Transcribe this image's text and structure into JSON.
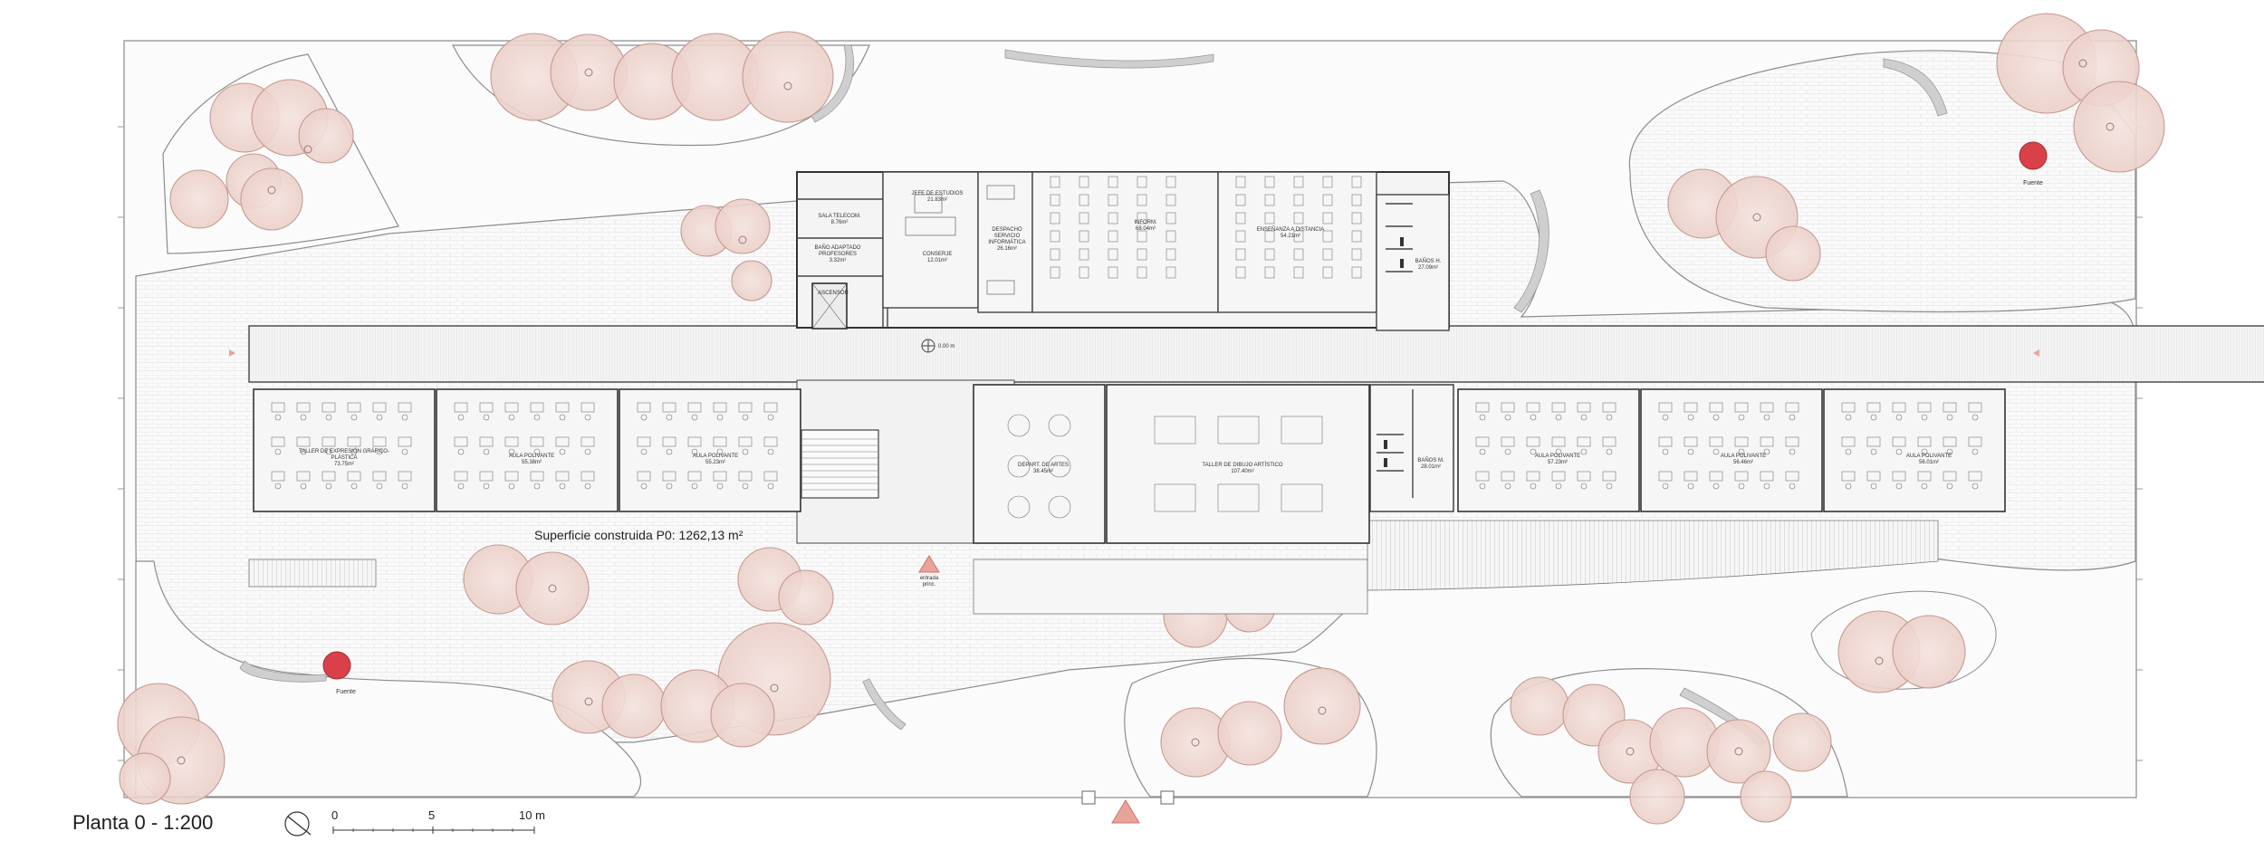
{
  "title": "Planta 0 - 1:200",
  "surface": "Superficie construida P0: 1262,13 m²",
  "scale_labels": [
    "0",
    "5",
    "10 m"
  ],
  "level_mark": "0.00 m",
  "access": "entrada\nprinc.",
  "fountain_label": "Fuente",
  "rooms": {
    "sala_telecom": [
      "SALA TELECOM.",
      "8.76m²"
    ],
    "bano_adapt": [
      "BAÑO ADAPTADO",
      "PROFESORES",
      "3.32m²"
    ],
    "ascensor": [
      "ASCENSOR"
    ],
    "jefe_estudios": [
      "JEFE DE ESTUDIOS",
      "21.83m²"
    ],
    "conserje": [
      "CONSERJE",
      "12.01m²"
    ],
    "despacho": [
      "DESPACHO",
      "SERVICIO",
      "INFORMÁTICA",
      "26.16m²"
    ],
    "informatica": [
      "INFORM.",
      "68.04m²"
    ],
    "ensenanza": [
      "ENSEÑANZA A DISTANCIA",
      "54.21m²"
    ],
    "banos_h": [
      "BAÑOS H.",
      "27.09m²"
    ],
    "taller_expresion": [
      "TALLER DE EXPRESIÓN GRÁFICO-",
      "PLÁSTICA",
      "73.75m²"
    ],
    "aula1": [
      "AULA POLIVANTE",
      "55.38m²"
    ],
    "aula2": [
      "AULA POLIVANTE",
      "55.23m²"
    ],
    "depart_artes": [
      "DEPART. DE ARTES",
      "38.45m²"
    ],
    "taller_dibujo": [
      "TALLER DE DIBUJO ARTÍSTICO",
      "107.40m²"
    ],
    "banos_m": [
      "BAÑOS M.",
      "28.01m²"
    ],
    "aula3": [
      "AULA POLIVANTE",
      "57.23m²"
    ],
    "aula4": [
      "AULA POLIVANTE",
      "56.46m²"
    ],
    "aula5": [
      "AULA POLIVANTE",
      "56.01m²"
    ]
  },
  "colors": {
    "tree_fill": "#efd7d2",
    "tree_stroke": "#c49a92",
    "fountain": "#d9414a",
    "access": "#e8a49a",
    "wall": "#3a3a3a",
    "paving": "#c9c9c9"
  }
}
